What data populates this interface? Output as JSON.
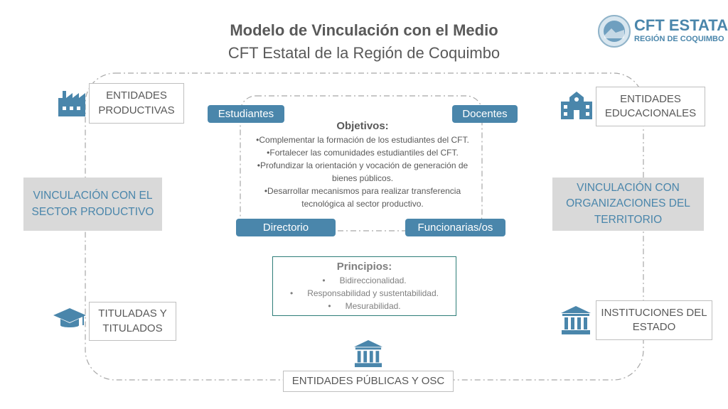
{
  "header": {
    "title": "Modelo de Vinculación con el Medio",
    "subtitle": "CFT Estatal de la Región de Coquimbo"
  },
  "logo": {
    "name": "CFT ESTATAL",
    "region": "REGIÓN DE COQUIMBO"
  },
  "actors": {
    "estudiantes": "Estudiantes",
    "docentes": "Docentes",
    "directorio": "Directorio",
    "funcionarios": "Funcionarias/os"
  },
  "objetivos": {
    "title": "Objetivos:",
    "items": [
      "•Complementar la formación de los estudiantes del CFT.",
      "•Fortalecer las comunidades estudiantiles del CFT.",
      "•Profundizar la orientación y vocación de generación de bienes públicos.",
      "•Desarrollar mecanismos para realizar transferencia tecnológica al sector productivo."
    ]
  },
  "principios": {
    "title": "Principios:",
    "items": [
      "•      Bidireccionalidad.",
      "•      Responsabilidad y sustentabilidad.",
      "•      Mesurabilidad."
    ]
  },
  "entities": {
    "productivas": "ENTIDADES PRODUCTIVAS",
    "educacionales": "ENTIDADES EDUCACIONALES",
    "titulados": "TITULADAS Y TITULADOS",
    "estado": "INSTITUCIONES DEL ESTADO",
    "publicas": "ENTIDADES PÚBLICAS Y OSC"
  },
  "vinculacion": {
    "productivo": "VINCULACIÓN CON EL SECTOR PRODUCTIVO",
    "territorio": "VINCULACIÓN CON ORGANIZACIONES DEL TERRITORIO"
  },
  "colors": {
    "accent": "#4a86ab",
    "gray_box": "#d9d9d9",
    "text": "#595959"
  }
}
